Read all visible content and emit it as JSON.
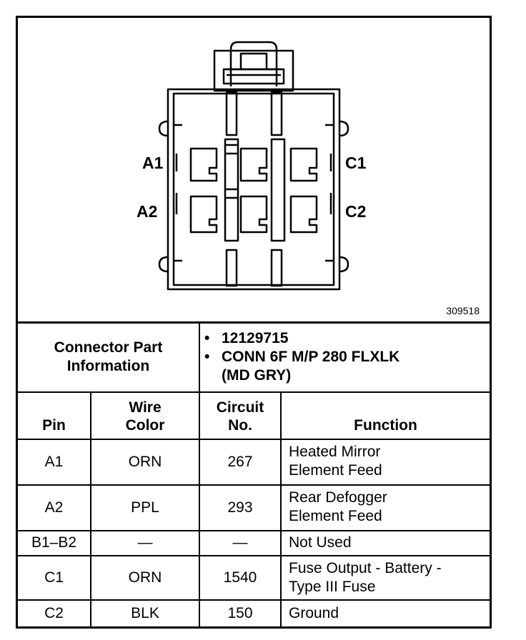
{
  "figure": {
    "pin_labels": {
      "a1": "A1",
      "a2": "A2",
      "c1": "C1",
      "c2": "C2"
    },
    "figure_number": "309518"
  },
  "connector_info": {
    "title_line1": "Connector Part",
    "title_line2": "Information",
    "part_number": "12129715",
    "description_line1": "CONN 6F M/P 280 FLXLK",
    "description_line2": "(MD GRY)",
    "bullet": "•"
  },
  "table": {
    "headers": {
      "pin": "Pin",
      "wire_color_line1": "Wire",
      "wire_color_line2": "Color",
      "circuit_line1": "Circuit",
      "circuit_line2": "No.",
      "function": "Function"
    },
    "rows": [
      {
        "pin": "A1",
        "wire": "ORN",
        "circuit": "267",
        "function_line1": "Heated Mirror",
        "function_line2": "Element Feed"
      },
      {
        "pin": "A2",
        "wire": "PPL",
        "circuit": "293",
        "function_line1": "Rear Defogger",
        "function_line2": "Element Feed"
      },
      {
        "pin": "B1–B2",
        "wire": "—",
        "circuit": "—",
        "function_line1": "Not Used",
        "function_line2": ""
      },
      {
        "pin": "C1",
        "wire": "ORN",
        "circuit": "1540",
        "function_line1": "Fuse Output - Battery -",
        "function_line2": "Type III Fuse"
      },
      {
        "pin": "C2",
        "wire": "BLK",
        "circuit": "150",
        "function_line1": "Ground",
        "function_line2": ""
      }
    ]
  }
}
